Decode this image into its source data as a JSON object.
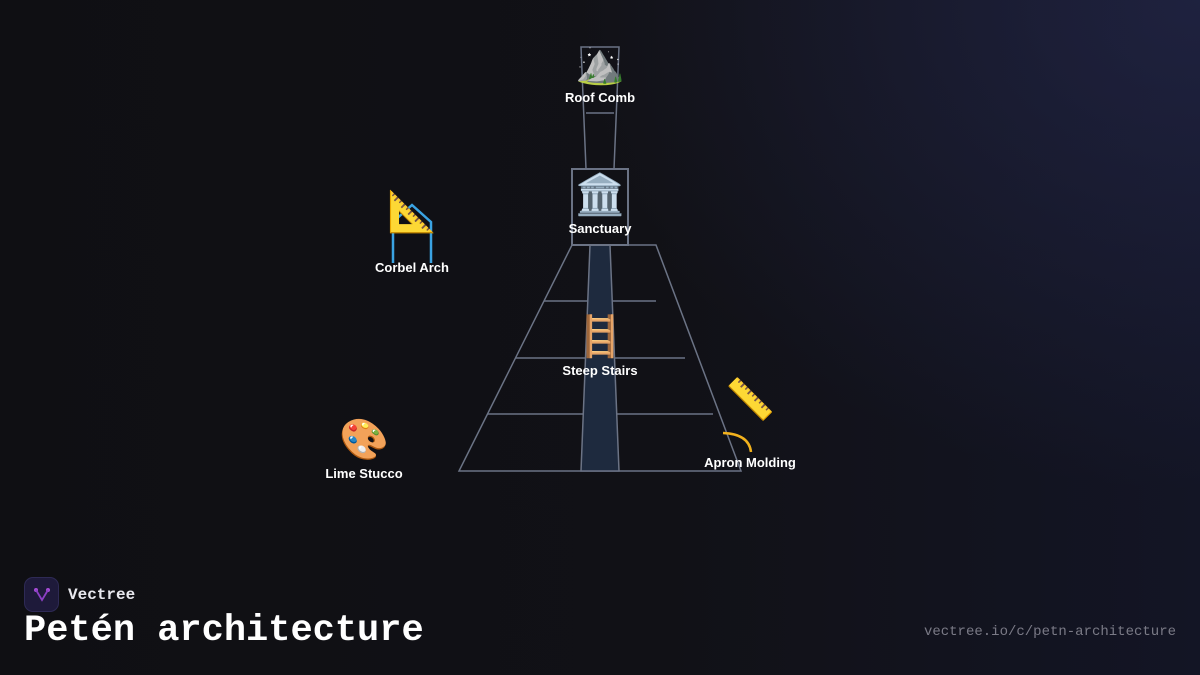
{
  "diagram": {
    "nodes": [
      {
        "label": "Roof Comb",
        "icon": "mountain-icon",
        "emoji": "⛰️"
      },
      {
        "label": "Sanctuary",
        "icon": "classical-building-icon",
        "emoji": "🏛️"
      },
      {
        "label": "Corbel Arch",
        "icon": "triangular-ruler-icon",
        "emoji": "📐"
      },
      {
        "label": "Steep Stairs",
        "icon": "ladder-icon",
        "emoji": "🪜"
      },
      {
        "label": "Lime Stucco",
        "icon": "artist-palette-icon",
        "emoji": "🎨"
      },
      {
        "label": "Apron Molding",
        "icon": "straight-ruler-icon",
        "emoji": "📏"
      }
    ],
    "colors": {
      "outline": "#6b7385",
      "stairs": "#1e2a3e",
      "arch_accent": "#3aa3e3",
      "molding_accent": "#f2b21d"
    }
  },
  "brand": {
    "name": "Vectree",
    "icon": "vectree-logo-icon"
  },
  "title": "Petén architecture",
  "url": "vectree.io/c/petn-architecture"
}
